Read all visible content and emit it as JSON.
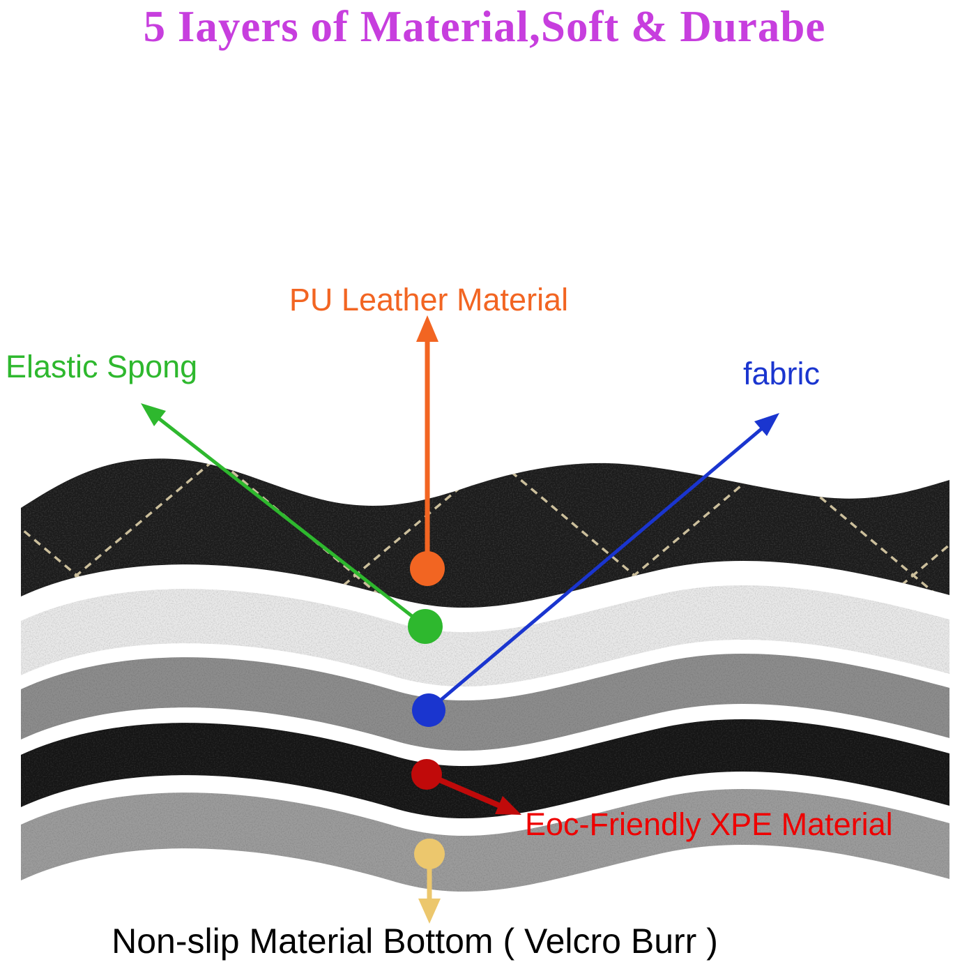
{
  "title": {
    "text": "5 Iayers of Material,Soft & Durabe",
    "color": "#c73ede"
  },
  "labels": {
    "pu_leather": {
      "text": "PU Leather Material",
      "color": "#f26522"
    },
    "elastic_sponge": {
      "text": "Elastic Spong",
      "color": "#2eb82e"
    },
    "fabric": {
      "text": "fabric",
      "color": "#1a35cf"
    },
    "xpe": {
      "text": "Eoc-Friendly XPE Material",
      "color": "#ee0000"
    },
    "bottom": {
      "text": "Non-slip Material Bottom ( Velcro Burr )",
      "color": "#000000"
    }
  },
  "markers": {
    "pu_leather": "#f26522",
    "elastic_sponge": "#2eb82e",
    "fabric": "#1a35cf",
    "xpe": "#c00a0a",
    "bottom": "#ecc76d"
  },
  "layers": [
    {
      "name": "pu-leather",
      "color": "#1b1b1b"
    },
    {
      "name": "elastic-sponge",
      "color": "#e9e9e9"
    },
    {
      "name": "fabric",
      "color": "#8d8d8d"
    },
    {
      "name": "xpe",
      "color": "#151515"
    },
    {
      "name": "non-slip-bottom",
      "color": "#9c9c9c"
    }
  ],
  "stitch_color": "#d6c9a4"
}
